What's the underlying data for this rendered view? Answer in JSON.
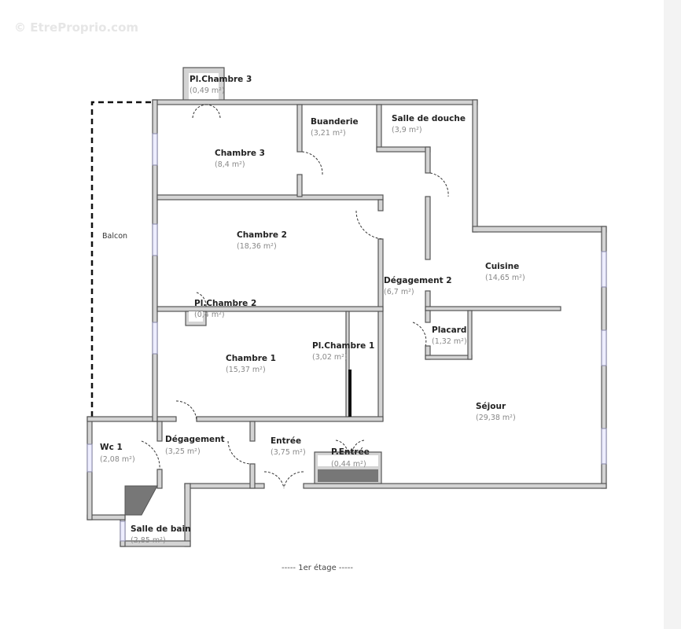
{
  "watermark": "© EtreProprio.com",
  "caption": "----- 1er étage -----",
  "rooms": [
    {
      "name": "Pl.Chambre 3",
      "area": "(0,49 m²)"
    },
    {
      "name": "Chambre 3",
      "area": "(8,4 m²)"
    },
    {
      "name": "Buanderie",
      "area": "(3,21 m²)"
    },
    {
      "name": "Salle de douche",
      "area": "(3,9 m²)"
    },
    {
      "name": "Chambre 2",
      "area": "(18,36 m²)"
    },
    {
      "name": "Dégagement 2",
      "area": "(6,7 m²)"
    },
    {
      "name": "Cuisine",
      "area": "(14,65 m²)"
    },
    {
      "name": "Pl.Chambre 2",
      "area": "(0,4 m²)"
    },
    {
      "name": "Placard",
      "area": "(1,32 m²)"
    },
    {
      "name": "Chambre 1",
      "area": "(15,37 m²)"
    },
    {
      "name": "Pl.Chambre 1",
      "area": "(3,02 m²)"
    },
    {
      "name": "Séjour",
      "area": "(29,38 m²)"
    },
    {
      "name": "Wc 1",
      "area": "(2,08 m²)"
    },
    {
      "name": "Dégagement",
      "area": "(3,25 m²)"
    },
    {
      "name": "Entrée",
      "area": "(3,75 m²)"
    },
    {
      "name": "P.Entrée",
      "area": "(0,44 m²)"
    },
    {
      "name": "Salle de bain",
      "area": "(2,85 m²)"
    }
  ],
  "balcony": {
    "name": "Balcon"
  }
}
